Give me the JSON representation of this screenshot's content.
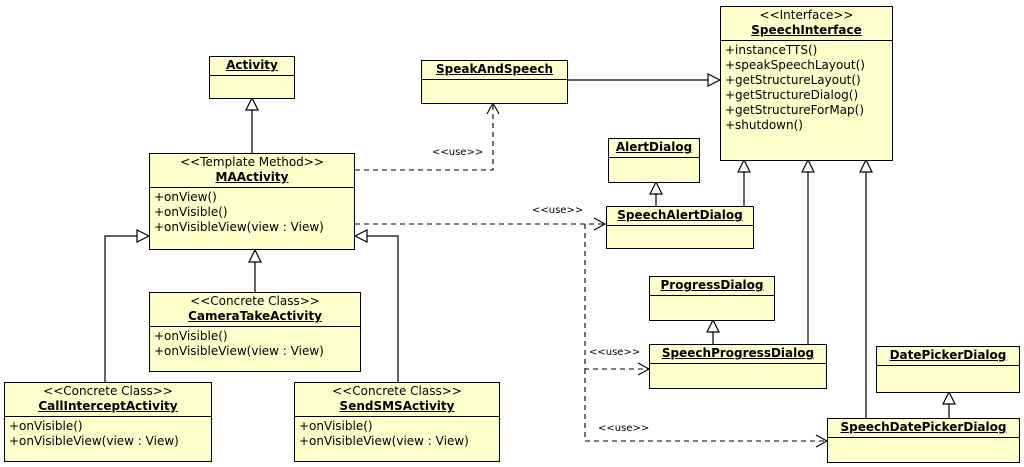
{
  "classes": {
    "activity": {
      "name": "Activity"
    },
    "speak_and_speech": {
      "name": "SpeakAndSpeech"
    },
    "speech_interface": {
      "stereotype": "<<Interface>>",
      "name": "SpeechInterface",
      "operations": [
        "+instanceTTS()",
        "+speakSpeechLayout()",
        "+getStructureLayout()",
        "+getStructureDialog()",
        "+getStructureForMap()",
        "+shutdown()"
      ]
    },
    "ma_activity": {
      "stereotype": "<<Template Method>>",
      "name": "MAActivity",
      "operations": [
        "+onView()",
        "+onVisible()",
        "+onVisibleView(view : View)"
      ]
    },
    "camera_take_activity": {
      "stereotype": "<<Concrete Class>>",
      "name": "CameraTakeActivity",
      "operations": [
        "+onVisible()",
        "+onVisibleView(view : View)"
      ]
    },
    "call_intercept_activity": {
      "stereotype": "<<Concrete Class>>",
      "name": "CallInterceptActivity",
      "operations": [
        "+onVisible()",
        "+onVisibleView(view : View)"
      ]
    },
    "send_sms_activity": {
      "stereotype": "<<Concrete Class>>",
      "name": "SendSMSActivity",
      "operations": [
        "+onVisible()",
        "+onVisibleView(view : View)"
      ]
    },
    "alert_dialog": {
      "name": "AlertDialog"
    },
    "speech_alert_dialog": {
      "name": "SpeechAlertDialog"
    },
    "progress_dialog": {
      "name": "ProgressDialog"
    },
    "speech_progress_dialog": {
      "name": "SpeechProgressDialog"
    },
    "date_picker_dialog": {
      "name": "DatePickerDialog"
    },
    "speech_date_picker_dialog": {
      "name": "SpeechDatePickerDialog"
    }
  },
  "use_label": "<<use>>"
}
